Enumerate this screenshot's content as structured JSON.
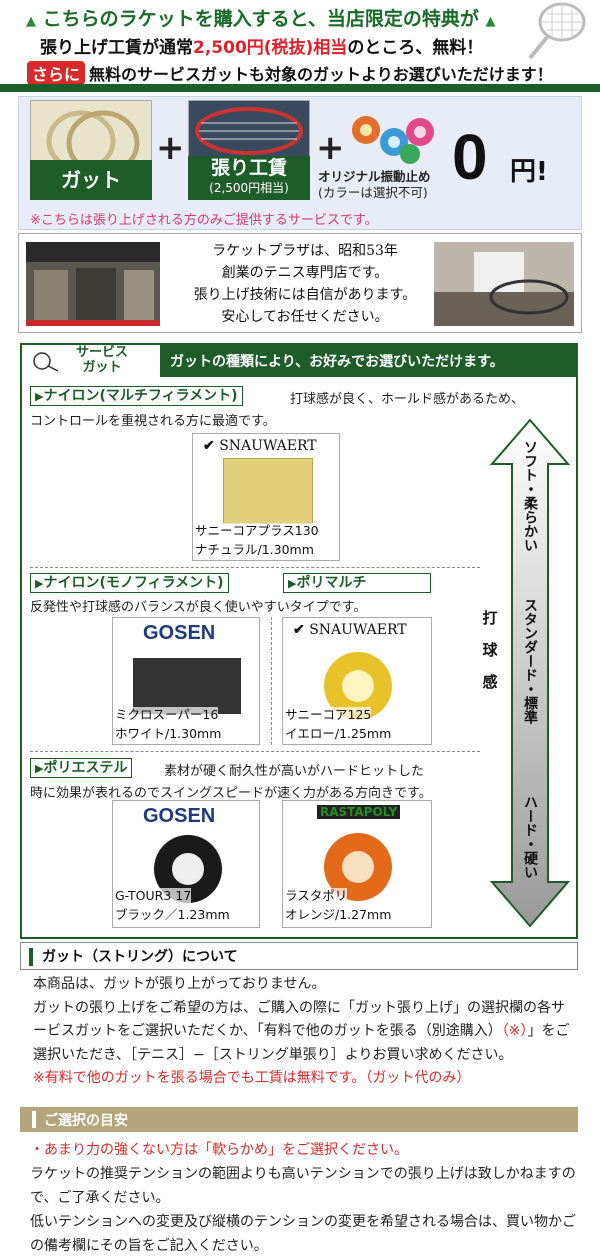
{
  "header": {
    "line1": "こちらのラケットを購入すると、当店限定の特典が",
    "line2_pre": "張り上げ工賃が通常",
    "line2_red": "2,500円(税抜)相当",
    "line2_post": "のところ、無料！",
    "badge": "さらに",
    "line3": "無料のサービスガットも対象のガットよりお選びいただけます！",
    "accent": "#1e5c2a",
    "red": "#e0202a"
  },
  "promo": {
    "gut_label": "ガット",
    "plus": "+",
    "stringing_label": "張り工賃",
    "stringing_sub": "(2,500円相当)",
    "damper_label": "オリジナル振動止め",
    "damper_sub": "(カラーは選択不可)",
    "price_big": "0",
    "price_yen": "円!",
    "note": "※こちらは張り上げされる方のみご提供するサービスです。"
  },
  "shop": {
    "line1": "ラケットプラザは、昭和53年",
    "line2": "創業のテニス専門店です。",
    "line3": "張り上げ技術には自信があります。",
    "line4": "安心してお任せください。"
  },
  "service": {
    "tab_line1": "サービス",
    "tab_line2": "ガット",
    "header_msg": "ガットの種類により、お好みでお選びいただけます。",
    "cat1": "ナイロン(マルチフィラメント)",
    "cat1_desc1": "打球感が良く、ホールド感があるため、",
    "cat1_desc2": "コントロールを重視される方に最適です。",
    "p1_brand": "SNAUWAERT",
    "p1_name": "サニーコアプラス130",
    "p1_spec": "ナチュラル/1.30mm",
    "cat2": "ナイロン(モノフィラメント)",
    "cat3": "ポリマルチ",
    "cat2_desc": "反発性や打球感のバランスが良く使いやすいタイプです。",
    "p2_brand": "GOSEN",
    "p2_name": "ミクロスーパー16",
    "p2_spec": "ホワイト/1.30mm",
    "p3_brand": "SNAUWAERT",
    "p3_name": "サニーコア125",
    "p3_spec": "イエロー/1.25mm",
    "cat4": "ポリエステル",
    "cat4_desc1": "素材が硬く耐久性が高いがハードヒットした",
    "cat4_desc2": "時に効果が表れるのでスイングスピードが速く力がある方向きです。",
    "p4_brand": "GOSEN",
    "p4_name": "G-TOUR3 17",
    "p4_spec": "ブラック／1.23mm",
    "p5_brand": "RASTAPOLY",
    "p5_name": "ラスタポリ",
    "p5_spec": "オレンジ/1.27mm",
    "scale_label": "打球感",
    "scale_top": "ソフト・柔らかい",
    "scale_mid": "スタンダード・標準",
    "scale_bottom": "ハード・硬い"
  },
  "gut_about": {
    "title": "ガット（ストリング）について",
    "p1": "本商品は、ガットが張り上がっておりません。",
    "p2a": "ガットの張り上げをご希望の方は、ご購入の際に「ガット張り上げ」の選択欄の各サービスガットをご選択いただくか、「有料で他のガットを張る（別途購入）",
    "p2_red": "（※）",
    "p2b": "」をご選択いただき、［テニス］−［ストリング単張り］よりお買い求めください。",
    "p3": "※有料で他のガットを張る場合でも工賃は無料です。（ガット代のみ）"
  },
  "guide": {
    "title": "ご選択の目安",
    "p1": "・あまり力の強くない方は「軟らかめ」をご選択ください。",
    "p2": "ラケットの推奨テンションの範囲よりも高いテンションでの張り上げは致しかねますので、ご了承ください。",
    "p3": "低いテンションへの変更及び縦横のテンションの変更を希望される場合は、買い物かご の備考欄にその旨をご記入ください。"
  }
}
